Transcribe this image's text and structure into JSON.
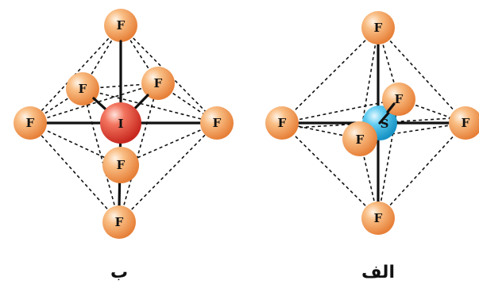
{
  "molecules": {
    "left": {
      "caption": "ب",
      "central_atom": "I",
      "ligand_atom": "F",
      "colors": {
        "central": "#e8443a",
        "ligand": "#f3a25c"
      }
    },
    "right": {
      "caption": "الف",
      "central_atom": "S",
      "ligand_atom": "F",
      "colors": {
        "central": "#33b6e6",
        "ligand": "#f3a25c"
      }
    }
  }
}
